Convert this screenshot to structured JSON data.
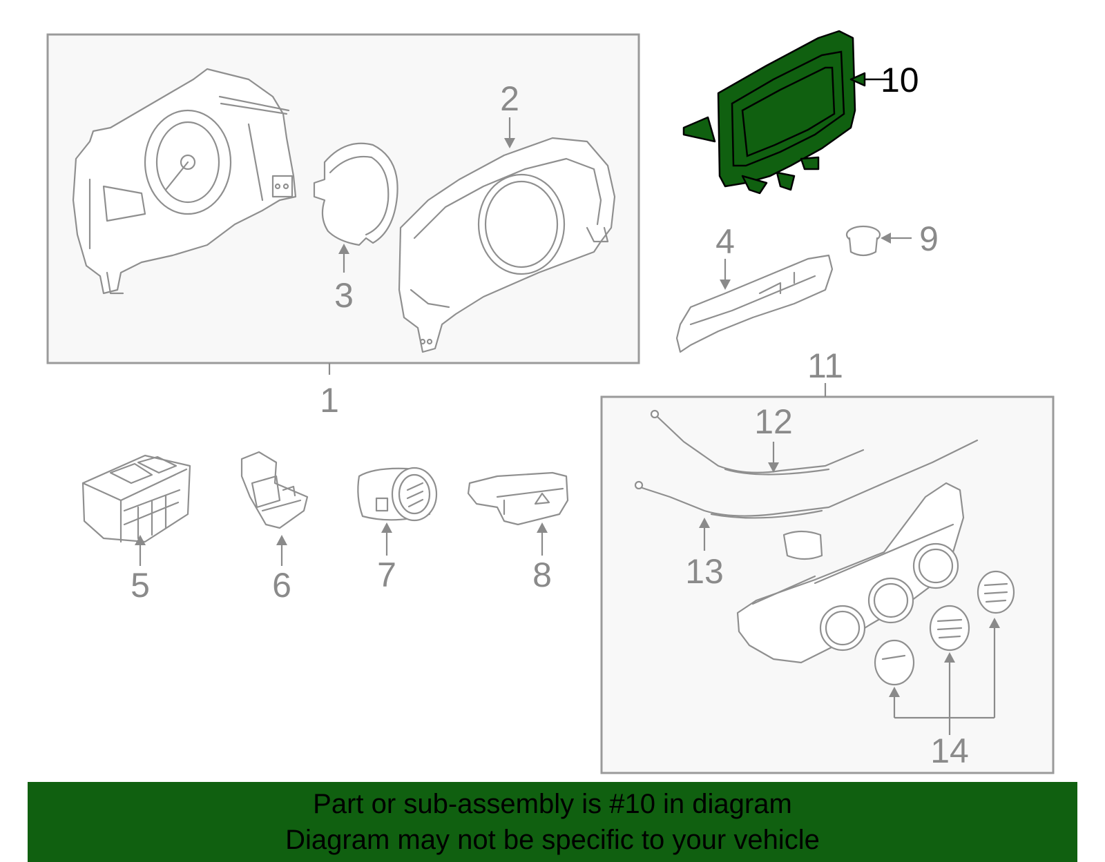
{
  "diagram": {
    "callouts": {
      "c1": "1",
      "c2": "2",
      "c3": "3",
      "c4": "4",
      "c5": "5",
      "c6": "6",
      "c7": "7",
      "c8": "8",
      "c9": "9",
      "c10": "10",
      "c11": "11",
      "c12": "12",
      "c13": "13",
      "c14": "14"
    },
    "highlighted_part": "10"
  },
  "colors": {
    "highlight": "#106010",
    "line": "#8f8f8f",
    "box_fill": "#f8f8f8"
  },
  "banner": {
    "line1": "Part or sub-assembly is #10 in diagram",
    "line2": "Diagram may not be specific to your vehicle"
  }
}
